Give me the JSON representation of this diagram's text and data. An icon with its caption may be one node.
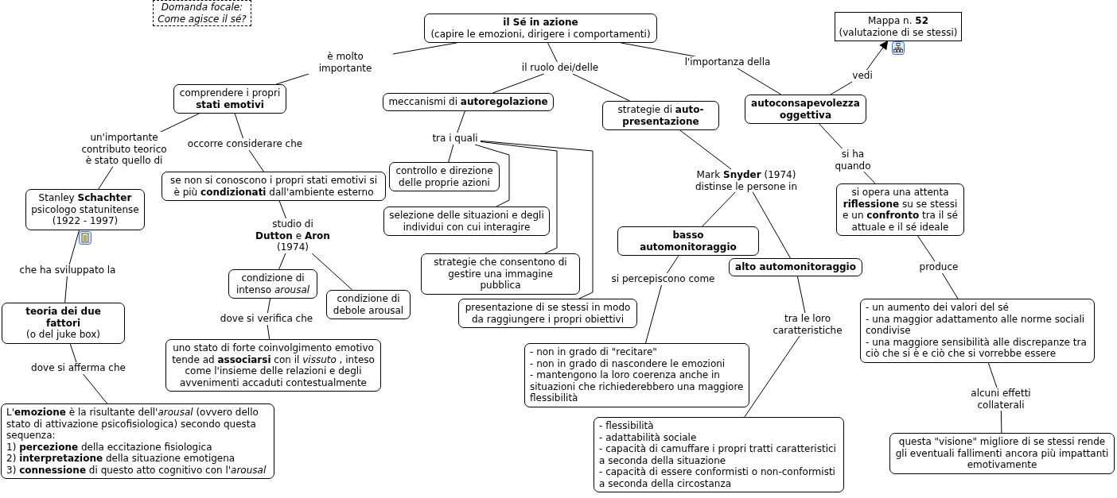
{
  "diagram": {
    "nodes": [
      {
        "text": [
          "Domanda focale: Come agisce il sé?"
        ]
      },
      {
        "text": [
          "il Sé in azione",
          "(capire le emozioni, dirigere i comportamenti)"
        ]
      },
      {
        "text": [
          "Mappa n. **52**",
          "(valutazione di se stessi)"
        ]
      },
      {
        "text": [
          "è molto importante"
        ]
      },
      {
        "text": [
          "il ruolo dei/delle"
        ]
      },
      {
        "text": [
          "l'importanza della"
        ]
      },
      {
        "text": [
          "vedi"
        ]
      },
      {
        "text": [
          "comprendere i propri **stati emotivi**"
        ]
      },
      {
        "text": [
          "meccanismi di **autoregolazione**"
        ]
      },
      {
        "text": [
          "strategie di **auto-presentazione**"
        ]
      },
      {
        "text": [
          "autoconsapevolezza oggettiva"
        ]
      },
      {
        "text": [
          "un'importante contributo teorico è stato quello di"
        ]
      },
      {
        "text": [
          "occorre considerare che"
        ]
      },
      {
        "text": [
          "tra i quali"
        ]
      },
      {
        "text": [
          "si ha quando"
        ]
      },
      {
        "text": [
          "controllo e direzione delle proprie azioni"
        ]
      },
      {
        "text": [
          "se non si conoscono i propri stati emotivi si è più **condizionati** dall'ambiente esterno"
        ]
      },
      {
        "text": [
          "Mark **Snyder** (1974) distinse le persone in"
        ]
      },
      {
        "text": [
          "Stanley **Schachter** psicologo statunitense (1922 - 1997)"
        ]
      },
      {
        "text": [
          "si opera una attenta **riflessione** su se stessi e un **confronto** tra il sé attuale e il sé ideale"
        ]
      },
      {
        "text": [
          "selezione delle situazioni e degli individui con cui interagire"
        ]
      },
      {
        "text": [
          "studio di **Dutton** e **Aron** (1974)"
        ]
      },
      {
        "text": [
          "basso automonitoraggio"
        ]
      },
      {
        "text": [
          "strategie che consentono di gestire una immagine pubblica"
        ]
      },
      {
        "text": [
          "condizione di intenso *arousal*"
        ]
      },
      {
        "text": [
          "alto automonitoraggio"
        ]
      },
      {
        "text": [
          "che ha sviluppato la"
        ]
      },
      {
        "text": [
          "produce"
        ]
      },
      {
        "text": [
          "si percepiscono come"
        ]
      },
      {
        "text": [
          "condizione di debole arousal"
        ]
      },
      {
        "text": [
          "presentazione di se stessi in modo da raggiungere i propri obiettivi"
        ]
      },
      {
        "text": [
          "teoria dei due fattori",
          "(o del juke box)"
        ]
      },
      {
        "text": [
          "- un aumento dei valori del sé",
          "- una maggior adattamento alle norme sociali condivise",
          "- una maggiore sensibilità alle discrepanze tra ciò che si è e ciò che si vorrebbe essere"
        ]
      },
      {
        "text": [
          "dove si verifica che"
        ]
      },
      {
        "text": [
          "tra le loro caratteristiche"
        ]
      },
      {
        "text": [
          "uno stato di forte coinvolgimento emotivo tende ad **associarsi** con il *vissuto* , inteso come l'insieme delle relazioni e degli avvenimenti accaduti contestualmente"
        ]
      },
      {
        "text": [
          "- non in grado di \"recitare\"",
          "- non in grado di nascondere le emozioni",
          "- mantengono la loro coerenza anche in situazioni che richiederebbero una maggiore flessibilità"
        ]
      },
      {
        "text": [
          "dove si afferma che"
        ]
      },
      {
        "text": [
          "alcuni effetti collaterali"
        ]
      },
      {
        "text": [
          "L'**emozione** è la risultante dell'*arousal*  (ovvero dello stato di attivazione psicofisiologica) secondo questa sequenza:",
          "1) **percezione** della eccitazione fisiologica",
          "2) **interpretazione** della situazione emotigena",
          "3) **connessione** di questo atto cognitivo con l'*arousal*"
        ]
      },
      {
        "text": [
          "- flessibilità",
          "- adattabilità sociale",
          "- capacità di camuffare i propri tratti caratteristici a seconda della situazione",
          "- capacità di essere conformisti o non-conformisti a seconda della circostanza"
        ]
      },
      {
        "text": [
          "questa \"visione\" migliore di se stessi rende gli eventuali fallimenti ancora più impattanti emotivamente"
        ]
      }
    ],
    "edges": [
      {
        "from": 1,
        "to": 3,
        "arrow": "none"
      },
      {
        "from": 3,
        "to": 7,
        "arrow": "none"
      },
      {
        "from": 1,
        "to": 4,
        "arrow": "none"
      },
      {
        "from": 4,
        "to": 8,
        "arrow": "none"
      },
      {
        "from": 4,
        "to": 9,
        "arrow": "none"
      },
      {
        "from": 1,
        "to": 5,
        "arrow": "none"
      },
      {
        "from": 5,
        "to": 10,
        "arrow": "none"
      },
      {
        "from": 10,
        "to": 6,
        "arrow": "none"
      },
      {
        "from": 6,
        "to": 2,
        "arrow": "to"
      },
      {
        "from": 7,
        "to": 11,
        "arrow": "none"
      },
      {
        "from": 11,
        "to": 18,
        "arrow": "none"
      },
      {
        "from": 7,
        "to": 12,
        "arrow": "none"
      },
      {
        "from": 12,
        "to": 16,
        "arrow": "none"
      },
      {
        "from": 8,
        "to": 13,
        "arrow": "none"
      },
      {
        "from": 13,
        "to": 15,
        "arrow": "none"
      },
      {
        "from": 13,
        "to": 20,
        "arrow": "none"
      },
      {
        "from": 13,
        "to": 23,
        "arrow": "none"
      },
      {
        "from": 13,
        "to": 30,
        "arrow": "none"
      },
      {
        "from": 9,
        "to": 17,
        "arrow": "none"
      },
      {
        "from": 17,
        "to": 22,
        "arrow": "none"
      },
      {
        "from": 17,
        "to": 25,
        "arrow": "none"
      },
      {
        "from": 10,
        "to": 14,
        "arrow": "none"
      },
      {
        "from": 14,
        "to": 19,
        "arrow": "none"
      },
      {
        "from": 16,
        "to": 21,
        "arrow": "none"
      },
      {
        "from": 21,
        "to": 24,
        "arrow": "none"
      },
      {
        "from": 21,
        "to": 29,
        "arrow": "none"
      },
      {
        "from": 18,
        "to": 26,
        "arrow": "none"
      },
      {
        "from": 26,
        "to": 31,
        "arrow": "none"
      },
      {
        "from": 19,
        "to": 27,
        "arrow": "none"
      },
      {
        "from": 27,
        "to": 32,
        "arrow": "none"
      },
      {
        "from": 22,
        "to": 28,
        "arrow": "none"
      },
      {
        "from": 28,
        "to": 36,
        "arrow": "none"
      },
      {
        "from": 24,
        "to": 33,
        "arrow": "none"
      },
      {
        "from": 33,
        "to": 35,
        "arrow": "none"
      },
      {
        "from": 25,
        "to": 34,
        "arrow": "none"
      },
      {
        "from": 34,
        "to": 40,
        "arrow": "none"
      },
      {
        "from": 31,
        "to": 37,
        "arrow": "none"
      },
      {
        "from": 37,
        "to": 39,
        "arrow": "none"
      },
      {
        "from": 32,
        "to": 38,
        "arrow": "none"
      },
      {
        "from": 38,
        "to": 41,
        "arrow": "none"
      }
    ]
  }
}
